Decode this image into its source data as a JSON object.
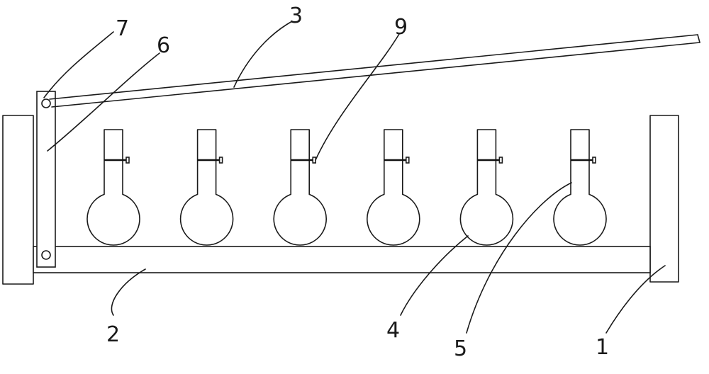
{
  "labels": {
    "l1": "1",
    "l2": "2",
    "l3": "3",
    "l4": "4",
    "l5": "5",
    "l6": "6",
    "l7": "7",
    "l9": "9"
  },
  "flask_count": 6
}
